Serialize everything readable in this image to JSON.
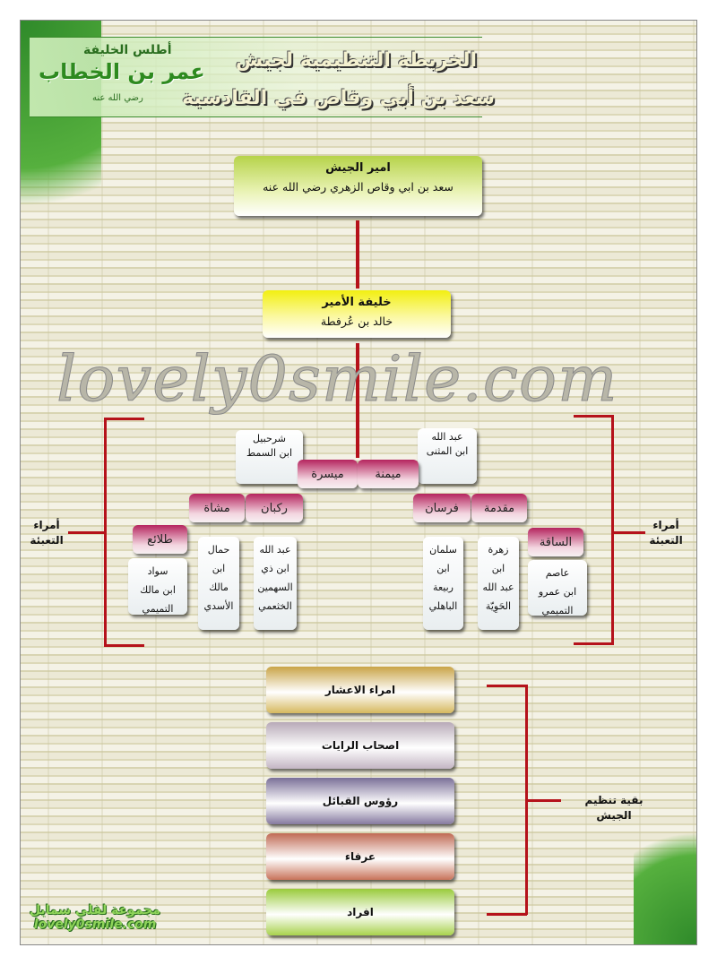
{
  "header": {
    "title_line1": "الخريطة التنظيمية لجيش",
    "title_line2": "سعد بن أبي وقاص في القادسية",
    "atlas_label": "أطلس الخليفة",
    "caliph_name": "عمر بن الخطاب",
    "honorific": "رضي الله عنه"
  },
  "commander": {
    "heading": "امير الجيش",
    "name": "سعد بن ابي وقاص الزهري رضي الله عنه"
  },
  "deputy": {
    "heading": "خليفة الأمير",
    "name": "خالد بن عُرفطة"
  },
  "side_label": "أمراء التعبئة",
  "units": {
    "maysara": {
      "label": "ميسرة",
      "commander": [
        "شرحبيل",
        "ابن السمط"
      ]
    },
    "maymana": {
      "label": "ميمنة",
      "commander": [
        "عبد الله",
        "ابن المثنى"
      ]
    },
    "rukban": {
      "label": "ركبان",
      "commander": [
        "عبد الله",
        "ابن ذي",
        "السهمين",
        "الخثعمي"
      ]
    },
    "mushat": {
      "label": "مشاة",
      "commander": [
        "حمال",
        "ابن",
        "مالك",
        "الأسدي"
      ]
    },
    "talai": {
      "label": "طلائع",
      "commander": [
        "سواد",
        "ابن مالك",
        "التميمي"
      ]
    },
    "fursan": {
      "label": "فرسان",
      "commander": [
        "سلمان",
        "ابن",
        "ربيعة",
        "الباهلي"
      ]
    },
    "muqaddima": {
      "label": "مقدمة",
      "commander": [
        "زهرة",
        "ابن",
        "عبد الله",
        "الحَوِيّة"
      ]
    },
    "saqa": {
      "label": "الساقة",
      "commander": [
        "عاصم",
        "ابن عمرو",
        "التميمي"
      ]
    }
  },
  "rest": {
    "label": "بقية تنظيم الجيش",
    "levels": [
      "امراء الاعشار",
      "اصحاب الرايات",
      "رؤوس القبائل",
      "عرفاء",
      "افراد"
    ]
  },
  "watermark": "lovely0smile.com",
  "footer": {
    "group_name": "مجموعة لفلي سمايل",
    "site": "lovely0smile.com"
  },
  "colors": {
    "connector": "#b5121b",
    "tab": "#b5245e",
    "brand_green": "#2d8a1f"
  }
}
